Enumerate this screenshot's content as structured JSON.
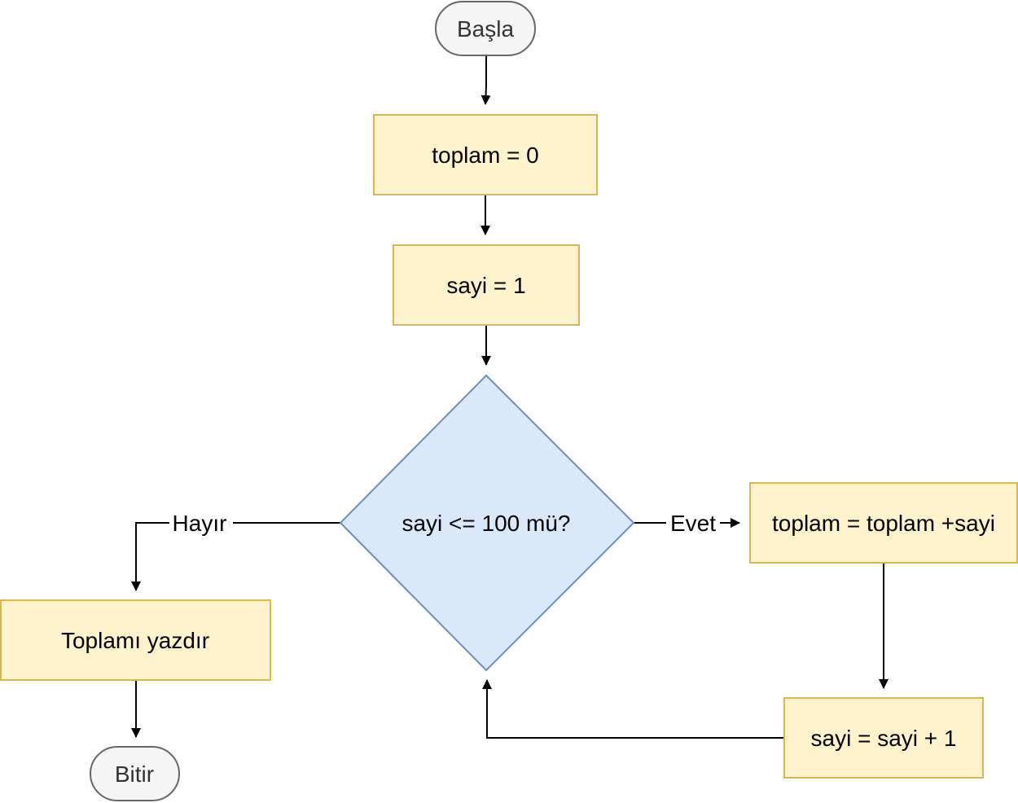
{
  "colors": {
    "terminal_fill": "#f5f5f5",
    "terminal_stroke": "#666666",
    "process_fill": "#fff2cc",
    "process_stroke": "#d6b656",
    "decision_fill": "#dae8fc",
    "decision_stroke": "#6c8ebf",
    "edge": "#000000"
  },
  "nodes": {
    "start": "Başla",
    "init_total": "toplam = 0",
    "init_number": "sayi = 1",
    "condition": "sayi <= 100 mü?",
    "add_to_total": "toplam = toplam +sayi",
    "increment": "sayi = sayi + 1",
    "print_total": "Toplamı yazdır",
    "end": "Bitir"
  },
  "edges": {
    "yes_label": "Evet",
    "no_label": "Hayır"
  }
}
